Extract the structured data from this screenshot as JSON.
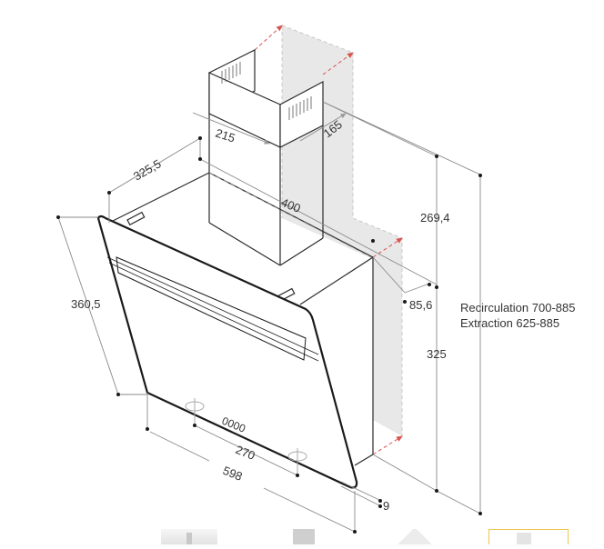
{
  "diagram": {
    "subject": "Angled wall-mounted cooker hood technical dimension drawing",
    "units": "mm",
    "dimensions": {
      "chimney_width": "215",
      "chimney_depth": "165",
      "hood_top_depth": "325,5",
      "hood_width_top": "400",
      "chimney_height": "269,4",
      "wall_offset": "85,6",
      "front_panel_height": "360,5",
      "body_height": "325",
      "knob_spacing": "270",
      "overall_width": "598",
      "glass_thickness": "9"
    },
    "control_label": "0000",
    "notes": {
      "recirculation": "Recirculation 700-885",
      "extraction": "Extraction 625-885"
    },
    "colors": {
      "line": "#2a2a2a",
      "dim_line": "#8a8a8a",
      "wall_shade": "#e8e8e8",
      "arrow": "#d9534f",
      "thumb_selected": "#f0c34a"
    }
  },
  "thumbnails": [
    {
      "label": "thumbnail-1",
      "selected": false
    },
    {
      "label": "thumbnail-2",
      "selected": false
    },
    {
      "label": "thumbnail-3",
      "selected": false
    },
    {
      "label": "thumbnail-4",
      "selected": true
    }
  ]
}
